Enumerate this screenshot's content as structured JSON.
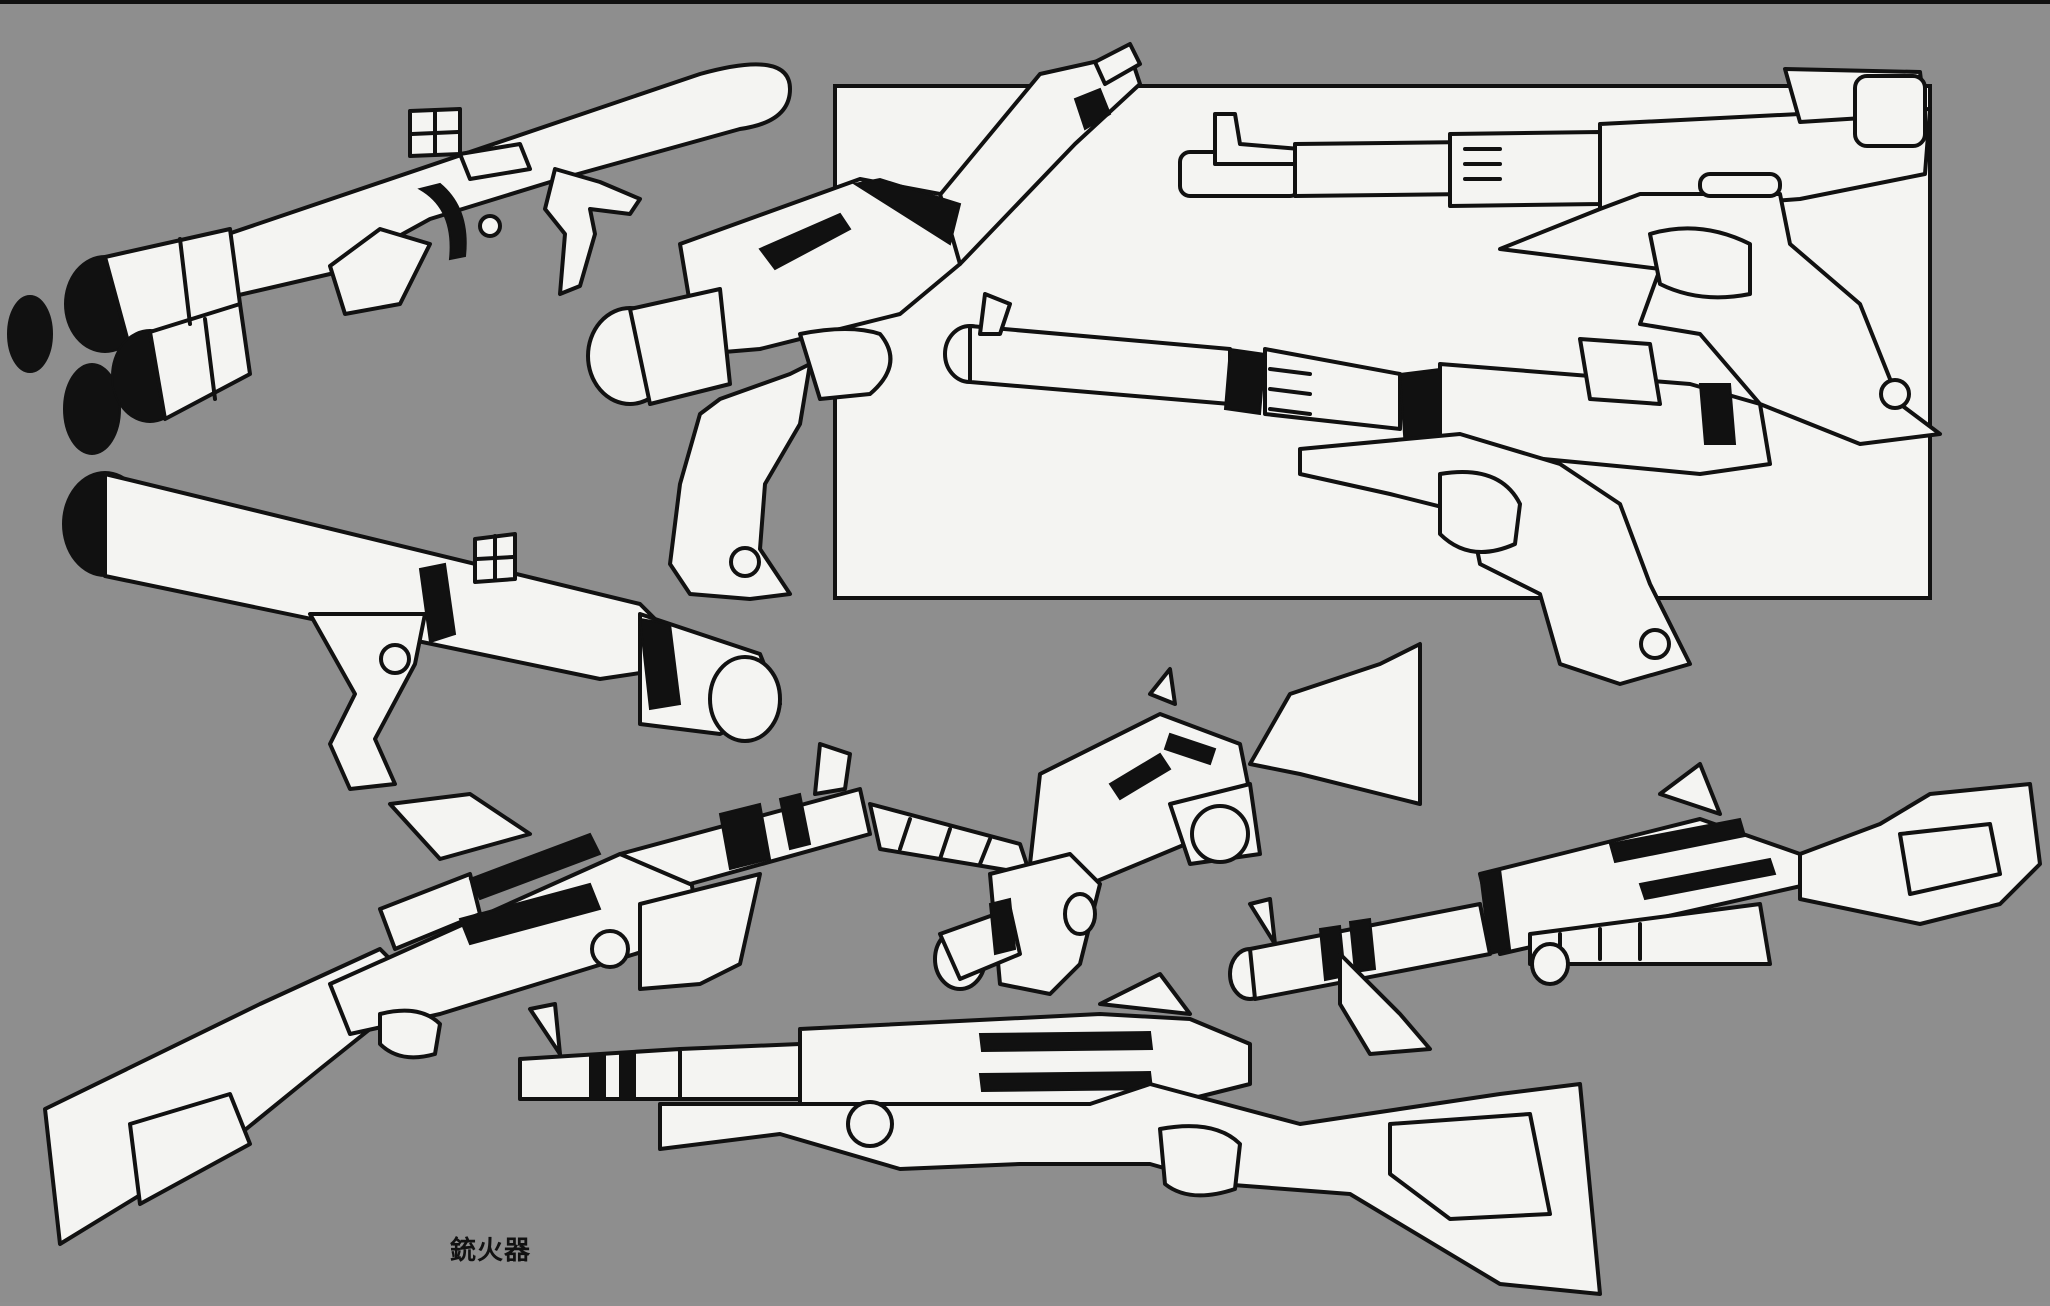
{
  "caption": "銃火器",
  "colors": {
    "background": "#8e8e8e",
    "ink": "#111111",
    "paper": "#f4f4f2"
  },
  "figures": [
    "quad-barrel-launcher",
    "laser-pistol-large",
    "laser-pistol-top-right",
    "laser-pistol-middle-right",
    "single-tube-launcher",
    "assault-rifle-left",
    "blaster-rifle-center",
    "blaster-rifle-right",
    "assault-rifle-bottom"
  ]
}
